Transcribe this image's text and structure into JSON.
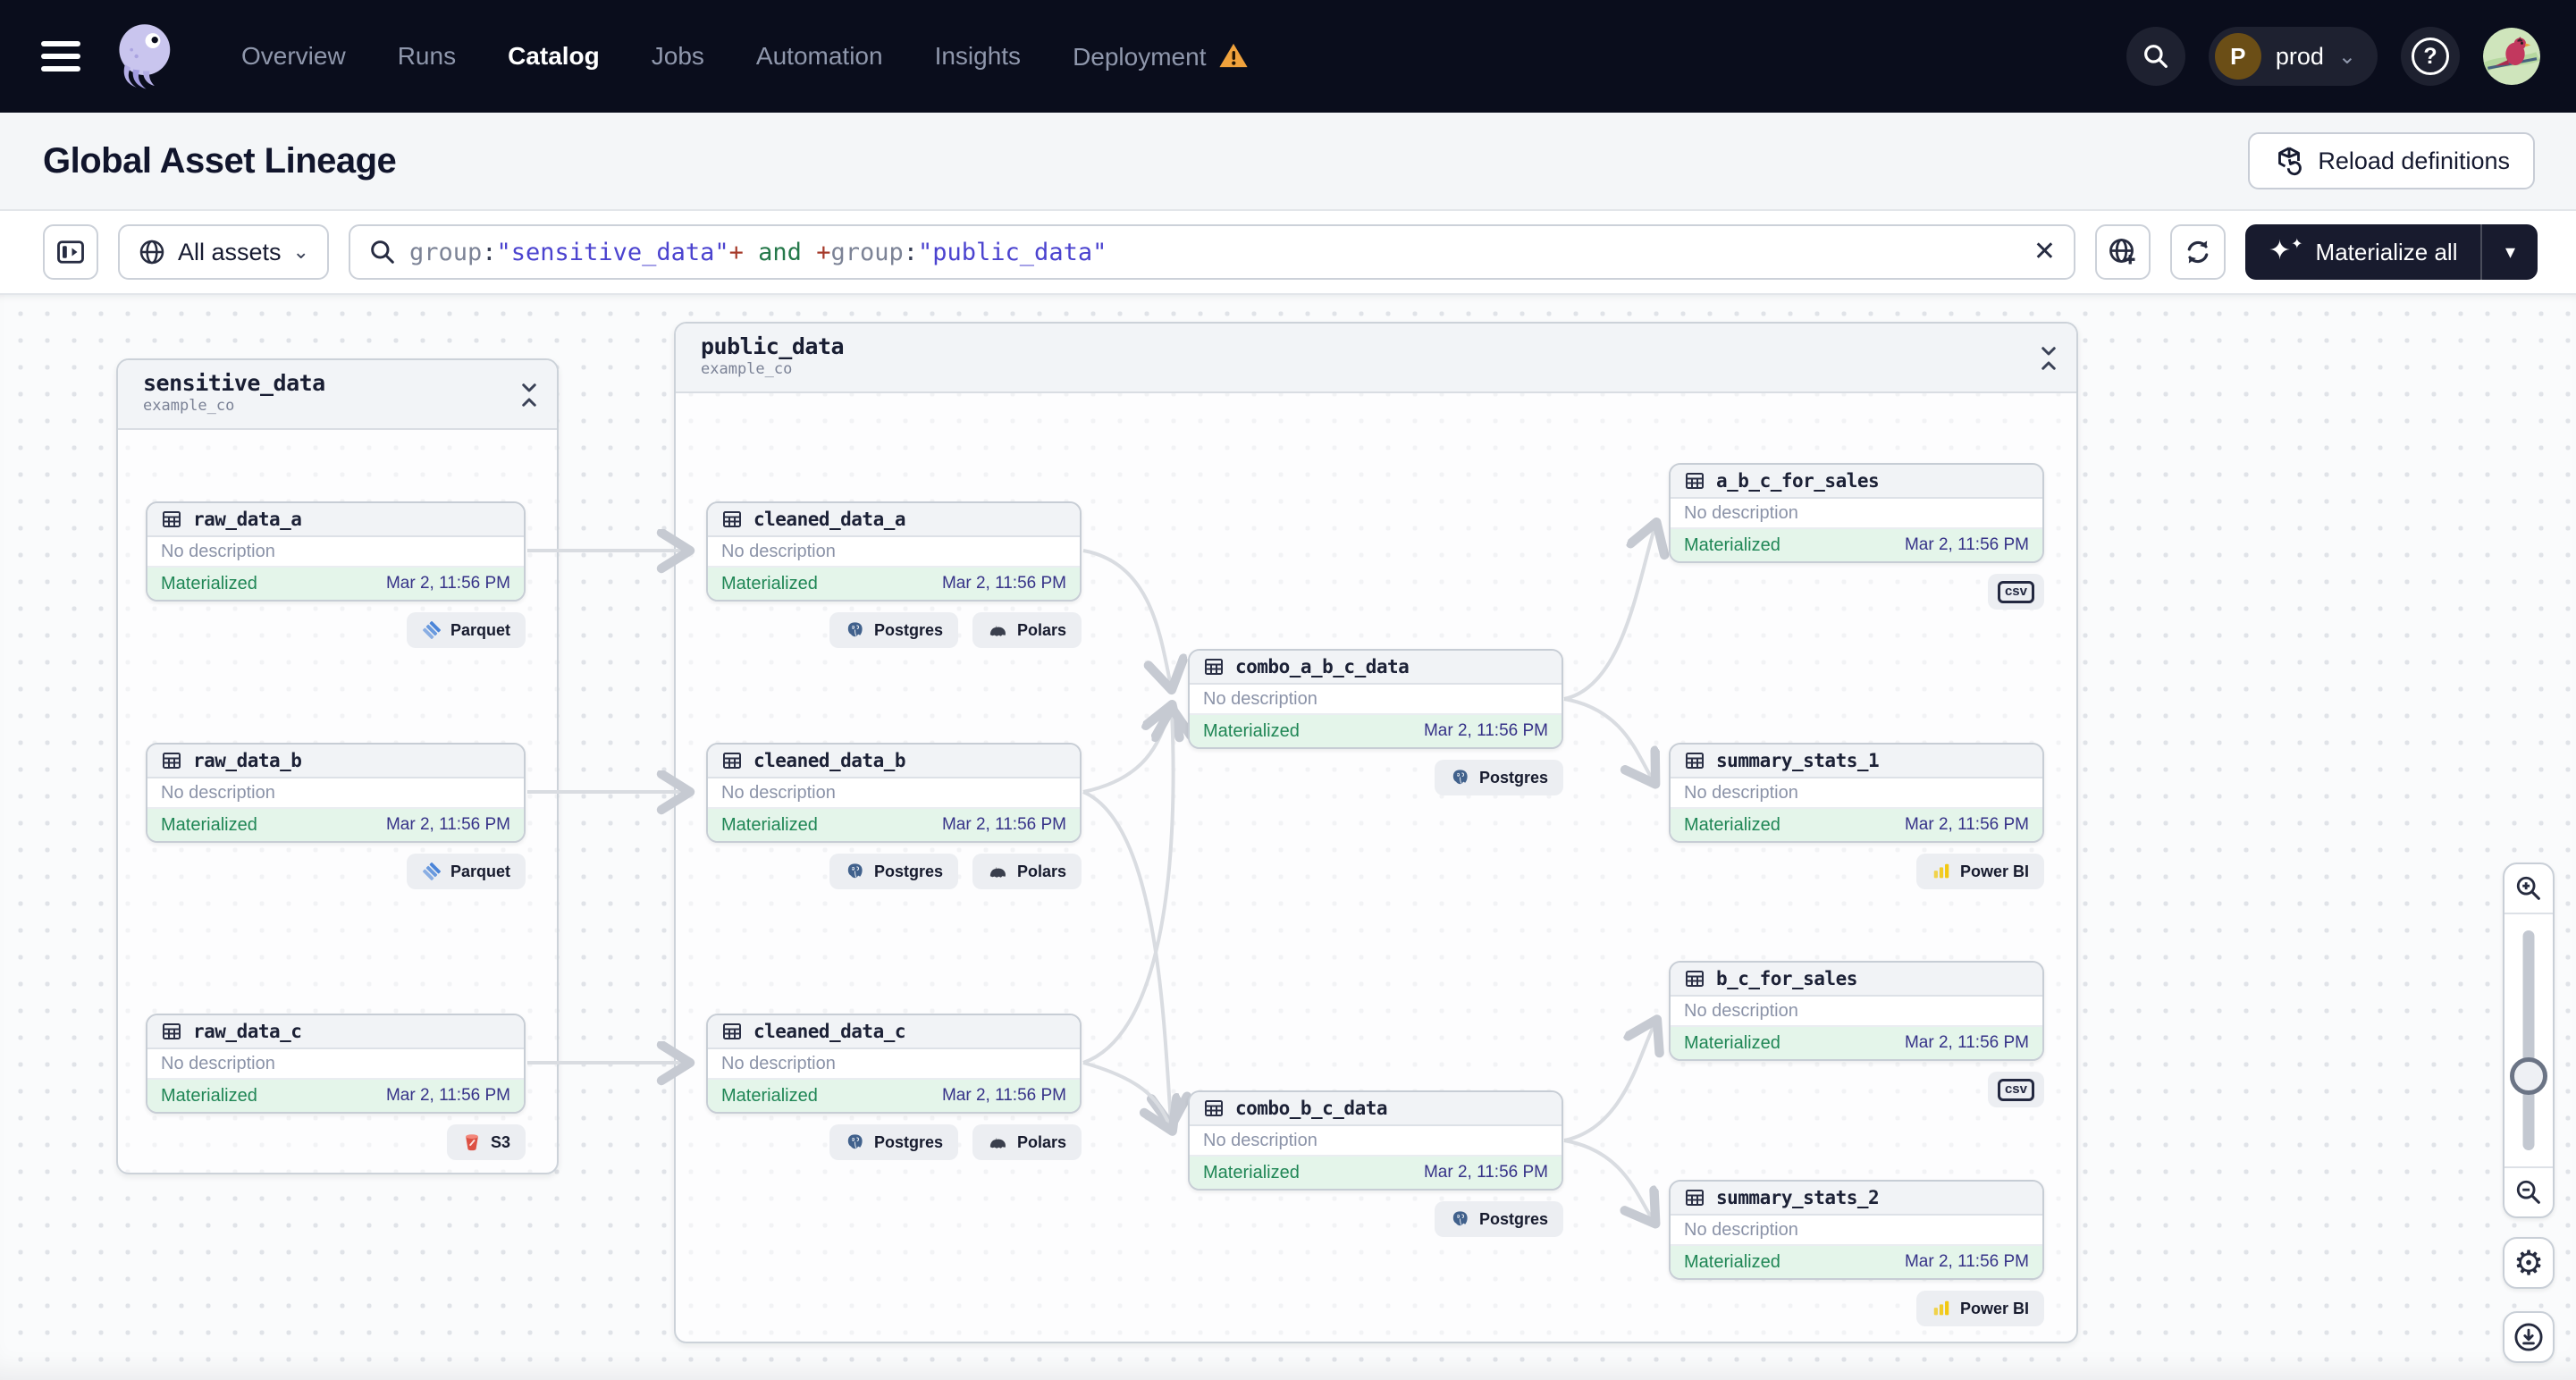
{
  "nav": {
    "brand": "dagster-logo",
    "items": [
      {
        "label": "Overview",
        "active": false
      },
      {
        "label": "Runs",
        "active": false
      },
      {
        "label": "Catalog",
        "active": true
      },
      {
        "label": "Jobs",
        "active": false
      },
      {
        "label": "Automation",
        "active": false
      },
      {
        "label": "Insights",
        "active": false
      },
      {
        "label": "Deployment",
        "active": false,
        "warning": true
      }
    ],
    "environment": {
      "initial": "P",
      "label": "prod"
    },
    "help_label": "?"
  },
  "header": {
    "title": "Global Asset Lineage",
    "reload_button": "Reload definitions"
  },
  "toolbar": {
    "scope_button": "All assets",
    "search": {
      "tokens": [
        {
          "text": "group",
          "type": "key"
        },
        {
          "text": ":",
          "type": "punct"
        },
        {
          "text": "\"sensitive_data\"",
          "type": "value"
        },
        {
          "text": "+",
          "type": "op"
        },
        {
          "text": " ",
          "type": "plain"
        },
        {
          "text": "and",
          "type": "bool"
        },
        {
          "text": " ",
          "type": "plain"
        },
        {
          "text": "+",
          "type": "op"
        },
        {
          "text": "group",
          "type": "key"
        },
        {
          "text": ":",
          "type": "punct"
        },
        {
          "text": "\"public_data\"",
          "type": "value"
        }
      ],
      "clear_icon": "✕"
    },
    "materialize_button": "Materialize all",
    "materialize_caret": "▾",
    "scope_caret": "▾"
  },
  "lineage": {
    "groups": [
      {
        "name": "sensitive_data",
        "repo": "example_co"
      },
      {
        "name": "public_data",
        "repo": "example_co"
      }
    ],
    "nodes": {
      "raw_data_a": {
        "name": "raw_data_a",
        "description": "No description",
        "status": "Materialized",
        "timestamp": "Mar 2, 11:56 PM",
        "badges": [
          {
            "icon": "parquet-icon",
            "label": "Parquet"
          }
        ]
      },
      "raw_data_b": {
        "name": "raw_data_b",
        "description": "No description",
        "status": "Materialized",
        "timestamp": "Mar 2, 11:56 PM",
        "badges": [
          {
            "icon": "parquet-icon",
            "label": "Parquet"
          }
        ]
      },
      "raw_data_c": {
        "name": "raw_data_c",
        "description": "No description",
        "status": "Materialized",
        "timestamp": "Mar 2, 11:56 PM",
        "badges": [
          {
            "icon": "s3-icon",
            "label": "S3"
          }
        ]
      },
      "cleaned_data_a": {
        "name": "cleaned_data_a",
        "description": "No description",
        "status": "Materialized",
        "timestamp": "Mar 2, 11:56 PM",
        "badges": [
          {
            "icon": "postgres-icon",
            "label": "Postgres"
          },
          {
            "icon": "polars-icon",
            "label": "Polars"
          }
        ]
      },
      "cleaned_data_b": {
        "name": "cleaned_data_b",
        "description": "No description",
        "status": "Materialized",
        "timestamp": "Mar 2, 11:56 PM",
        "badges": [
          {
            "icon": "postgres-icon",
            "label": "Postgres"
          },
          {
            "icon": "polars-icon",
            "label": "Polars"
          }
        ]
      },
      "cleaned_data_c": {
        "name": "cleaned_data_c",
        "description": "No description",
        "status": "Materialized",
        "timestamp": "Mar 2, 11:56 PM",
        "badges": [
          {
            "icon": "postgres-icon",
            "label": "Postgres"
          },
          {
            "icon": "polars-icon",
            "label": "Polars"
          }
        ]
      },
      "combo_a_b_c_data": {
        "name": "combo_a_b_c_data",
        "description": "No description",
        "status": "Materialized",
        "timestamp": "Mar 2, 11:56 PM",
        "badges": [
          {
            "icon": "postgres-icon",
            "label": "Postgres"
          }
        ]
      },
      "combo_b_c_data": {
        "name": "combo_b_c_data",
        "description": "No description",
        "status": "Materialized",
        "timestamp": "Mar 2, 11:56 PM",
        "badges": [
          {
            "icon": "postgres-icon",
            "label": "Postgres"
          }
        ]
      },
      "a_b_c_for_sales": {
        "name": "a_b_c_for_sales",
        "description": "No description",
        "status": "Materialized",
        "timestamp": "Mar 2, 11:56 PM",
        "badges": [
          {
            "icon": "csv-icon",
            "label": "csv"
          }
        ]
      },
      "summary_stats_1": {
        "name": "summary_stats_1",
        "description": "No description",
        "status": "Materialized",
        "timestamp": "Mar 2, 11:56 PM",
        "badges": [
          {
            "icon": "powerbi-icon",
            "label": "Power BI"
          }
        ]
      },
      "b_c_for_sales": {
        "name": "b_c_for_sales",
        "description": "No description",
        "status": "Materialized",
        "timestamp": "Mar 2, 11:56 PM",
        "badges": [
          {
            "icon": "csv-icon",
            "label": "csv"
          }
        ]
      },
      "summary_stats_2": {
        "name": "summary_stats_2",
        "description": "No description",
        "status": "Materialized",
        "timestamp": "Mar 2, 11:56 PM",
        "badges": [
          {
            "icon": "powerbi-icon",
            "label": "Power BI"
          }
        ]
      }
    }
  },
  "zoom_controls": {
    "icons": [
      "zoom-in-icon",
      "zoom-out-icon",
      "settings-gear-icon",
      "download-icon"
    ],
    "gear_glyph": "⚙"
  },
  "colors": {
    "nav_bg": "#0a0d1c",
    "accent_dark_button": "#181b2e",
    "materialized_bg": "#e4f5ea",
    "materialized_text": "#1f8655",
    "timestamp_text": "#363288",
    "query_value": "#4b43cf",
    "query_operator": "#a63a2a",
    "query_bool": "#25784a",
    "warning_orange": "#f0a23c",
    "powerbi_yellow": "#f2c811",
    "s3_red": "#dd5144",
    "postgres_blue": "#41618c",
    "parquet_blue": "#4a84d8"
  }
}
